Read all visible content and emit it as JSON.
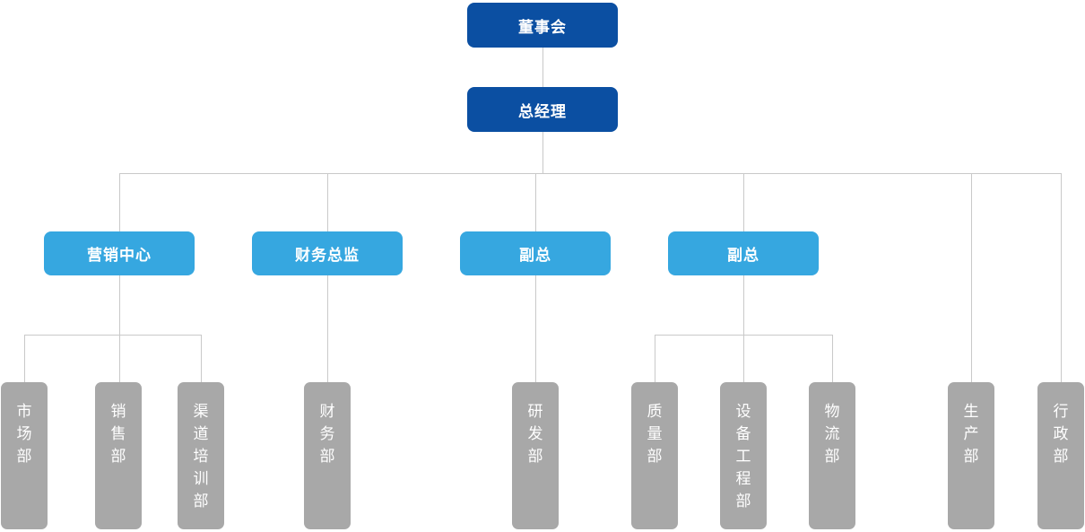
{
  "diagram_type": "org-chart",
  "nodes": {
    "board": {
      "label": "董事会"
    },
    "general_manager": {
      "label": "总经理",
      "reports_to": "董事会"
    },
    "executives": [
      {
        "label": "营销中心",
        "reports_to": "总经理"
      },
      {
        "label": "财务总监",
        "reports_to": "总经理"
      },
      {
        "label": "副总",
        "reports_to": "总经理"
      },
      {
        "label": "副总",
        "reports_to": "总经理"
      }
    ],
    "departments": [
      {
        "label": "市场部",
        "reports_to": "营销中心"
      },
      {
        "label": "销售部",
        "reports_to": "营销中心"
      },
      {
        "label": "渠道培训部",
        "reports_to": "营销中心"
      },
      {
        "label": "财务部",
        "reports_to": "财务总监"
      },
      {
        "label": "研发部",
        "reports_to": "副总"
      },
      {
        "label": "质量部",
        "reports_to": "副总"
      },
      {
        "label": "设备工程部",
        "reports_to": "副总"
      },
      {
        "label": "物流部",
        "reports_to": "副总"
      },
      {
        "label": "生产部",
        "reports_to": "总经理"
      },
      {
        "label": "行政部",
        "reports_to": "总经理"
      }
    ]
  },
  "colors": {
    "executive_top": "#0b4fa2",
    "executive_mid": "#36a7e0",
    "department": "#a8a8a8",
    "connector": "#c9c9c9",
    "text": "#ffffff"
  }
}
